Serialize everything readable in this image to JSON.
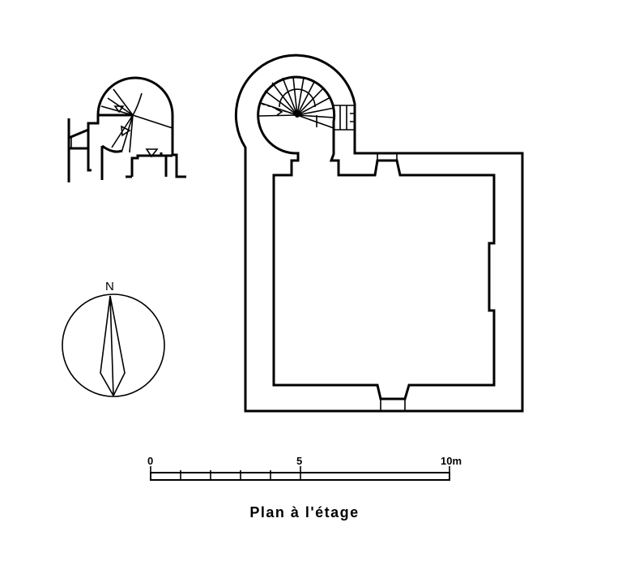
{
  "drawing": {
    "title": "Plan à l'étage",
    "north_label": "N",
    "scale_bar": {
      "labels": [
        "0",
        "5",
        "10m"
      ],
      "max_meters": 10,
      "subdivisions_first_half": 5
    }
  },
  "colors": {
    "ink": "#000000",
    "paper": "#ffffff"
  }
}
